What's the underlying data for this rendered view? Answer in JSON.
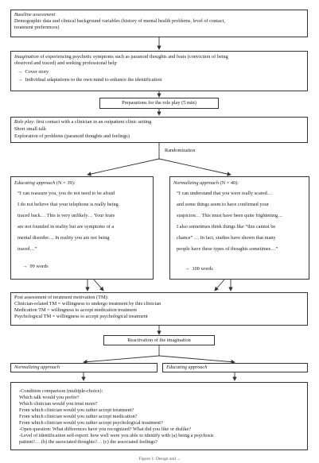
{
  "baseline": {
    "title": "Baseline assessment",
    "lines": [
      "Demographic data and clinical background variables (history of mental health problems, level of contact,",
      "treatment preferences)"
    ]
  },
  "imagination": {
    "title_italic": "Imagination",
    "title_rest": " of experiencing psychotic symptoms such as paranoid thoughts and fears (conviction of being",
    "line2": "observed and traced) and seeking professional help",
    "bullet1": "Cover story",
    "bullet2": "Individual adaptations to the own mind to enhance the identification",
    "arrow": "→"
  },
  "preparation": {
    "label": "Preparations for the role play (5 min)"
  },
  "roleplay": {
    "title_italic": "Role play",
    "title_rest": ": first contact with a clinician in an outpatient clinic setting",
    "lines": [
      "Short small talk",
      "Exploration of problems (paranoid thoughts and feelings)"
    ]
  },
  "randomization": {
    "label": "Randomization"
  },
  "educating": {
    "title_italic": "Educating approach",
    "title_rest": " (N = 39):",
    "quote": [
      "“I can reassure you, you do not need to be afraid",
      "I do not believe that your telephone is really being",
      "traced back… This is very unlikely… Your fears",
      "are not founded in reality but are symptoms of a",
      "mental disorder… In reality you are not being",
      "traced…”"
    ],
    "words": "99 words",
    "arrow": "→"
  },
  "normalizing": {
    "title_italic": "Normalizing approach",
    "title_rest": " (N = 40):",
    "quote": [
      "“I can understand that you were really scared…",
      "and some things seem to have confirmed your",
      "suspicion… This must have been quite frightening…",
      "I also sometimes think things like “this cannot be",
      "chance” … In fact, studies have shown that many",
      "people have these types of thoughts sometimes…”"
    ],
    "words": "100 words",
    "arrow": "→"
  },
  "post": {
    "lines": [
      "Post assessment of treatment motivation (TM):",
      "Clinician-related TM = willingness to undergo treatment by this clinician",
      "Medication TM = willingness to accept medication treatment",
      "Psychological TM = willingness to accept psychological treatment"
    ]
  },
  "reactivation": {
    "label": "Reactivation of the imagination"
  },
  "left_branch": {
    "label": "Normalizing approach"
  },
  "right_branch": {
    "label": "Educating approach"
  },
  "final": {
    "lines": [
      "-Condition comparison (multiple-choice):",
      "  Which talk would you prefer?",
      "  Which clinician would you trust more?",
      "  From which clinician would you rather accept treatment?",
      "  From which clinician would you rather accept medication?",
      "  From which clinician would you rather accept psychological treatment?",
      "-Open question: What differences have you recognized? What did you like or dislike?",
      "-Level of identification self-report: how well were you able to identify with (a) being a psychosis",
      "  patient?… (b) the associated thoughts?… (c) the associated feelings?"
    ]
  },
  "caption": {
    "label": "Figure 1: Design and ..."
  }
}
